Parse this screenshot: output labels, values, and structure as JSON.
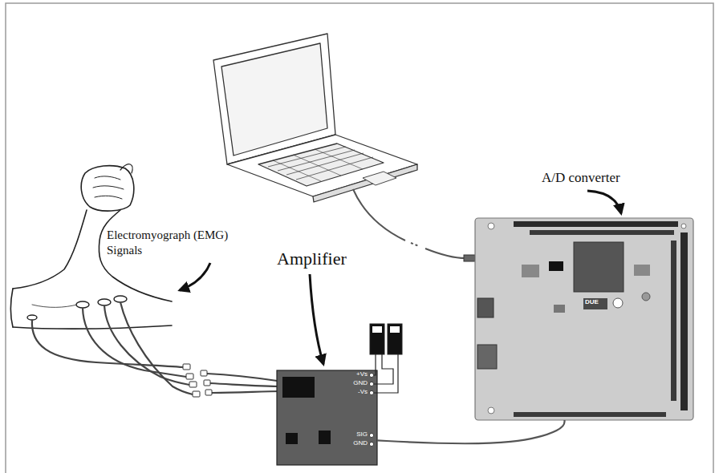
{
  "diagram": {
    "nodes": [
      {
        "text": [
          "Amplifier",
          "+Vs",
          "GND",
          "-Vs",
          "SIG",
          "GND"
        ]
      },
      {
        "text": [
          "A/D converter",
          "DUE"
        ]
      }
    ],
    "edges": [
      {
        "from": 0,
        "to": 1,
        "arrow": "none"
      }
    ],
    "labels": [
      "Electromyograph (EMG) Signals"
    ]
  }
}
